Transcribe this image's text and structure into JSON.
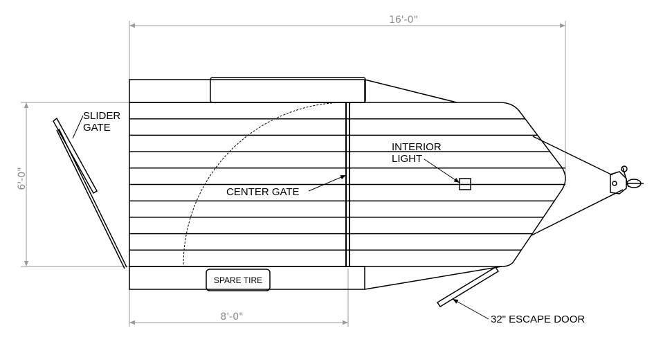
{
  "dimensions": {
    "overall_length": "16'-0\"",
    "width": "6'-0\"",
    "gate_offset": "8'-0\""
  },
  "labels": {
    "slider_gate_line1": "SLIDER",
    "slider_gate_line2": "GATE",
    "interior_light_line1": "INTERIOR",
    "interior_light_line2": "LIGHT",
    "center_gate": "CENTER GATE",
    "spare_tire": "SPARE TIRE",
    "escape_door": "32\" ESCAPE DOOR"
  },
  "floor": {
    "plank_count": 10
  }
}
